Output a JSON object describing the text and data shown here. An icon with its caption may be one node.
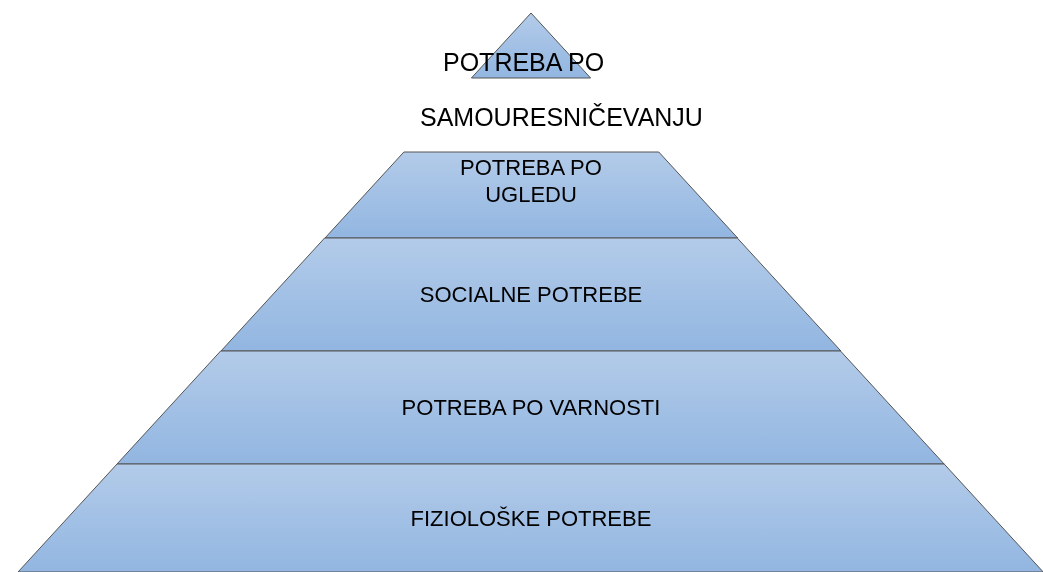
{
  "diagram": {
    "nodes": [
      {
        "text": [
          "POTREBA PO SAMOURESNIČEVANJU"
        ]
      },
      {
        "text": [
          "POTREBA PO UGLEDU"
        ]
      },
      {
        "text": [
          "SOCIALNE POTREBE"
        ]
      },
      {
        "text": [
          "POTREBA PO VARNOSTI"
        ]
      },
      {
        "text": [
          "FIZIOLOŠKE POTREBE"
        ]
      }
    ]
  }
}
